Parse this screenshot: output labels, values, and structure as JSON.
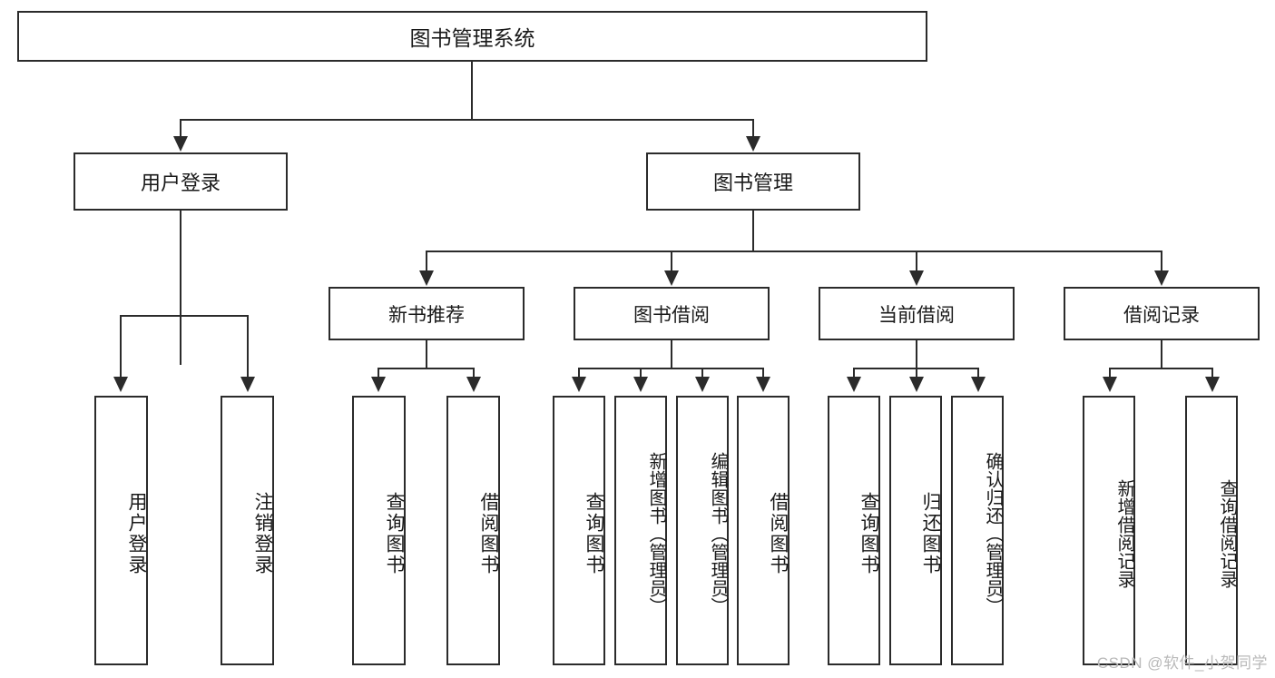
{
  "diagram": {
    "title": "图书管理系统",
    "type": "tree",
    "root": {
      "id": "root",
      "label": "图书管理系统"
    },
    "level2": [
      {
        "id": "user-login",
        "label": "用户登录"
      },
      {
        "id": "book-management",
        "label": "图书管理"
      }
    ],
    "level3": [
      {
        "id": "new-book-recommend",
        "label": "新书推荐"
      },
      {
        "id": "book-borrow",
        "label": "图书借阅"
      },
      {
        "id": "current-borrow",
        "label": "当前借阅"
      },
      {
        "id": "borrow-record",
        "label": "借阅记录"
      }
    ],
    "leaves": {
      "user_login": [
        {
          "id": "leaf-user-login",
          "label": "用户登录"
        },
        {
          "id": "leaf-logout-login",
          "label": "注销登录"
        }
      ],
      "new_book_recommend": [
        {
          "id": "leaf-query-book-1",
          "label": "查询图书"
        },
        {
          "id": "leaf-borrow-book-1",
          "label": "借阅图书"
        }
      ],
      "book_borrow": [
        {
          "id": "leaf-query-book-2",
          "label": "查询图书"
        },
        {
          "id": "leaf-add-book",
          "label": "新增图书（管理员）"
        },
        {
          "id": "leaf-edit-book",
          "label": "编辑图书（管理员）"
        },
        {
          "id": "leaf-borrow-book-2",
          "label": "借阅图书"
        }
      ],
      "current_borrow": [
        {
          "id": "leaf-query-book-3",
          "label": "查询图书"
        },
        {
          "id": "leaf-return-book",
          "label": "归还图书"
        },
        {
          "id": "leaf-confirm-return",
          "label": "确认归还（管理员）"
        }
      ],
      "borrow_record": [
        {
          "id": "leaf-add-record",
          "label": "新增借阅记录"
        },
        {
          "id": "leaf-query-record",
          "label": "查询借阅记录"
        }
      ]
    }
  },
  "watermark": {
    "text": "CSDN @软件_小贺同学"
  },
  "colors": {
    "stroke": "#2b2b2b",
    "background": "#ffffff",
    "text": "#1a1a1a",
    "watermark": "#b9b9b9"
  }
}
